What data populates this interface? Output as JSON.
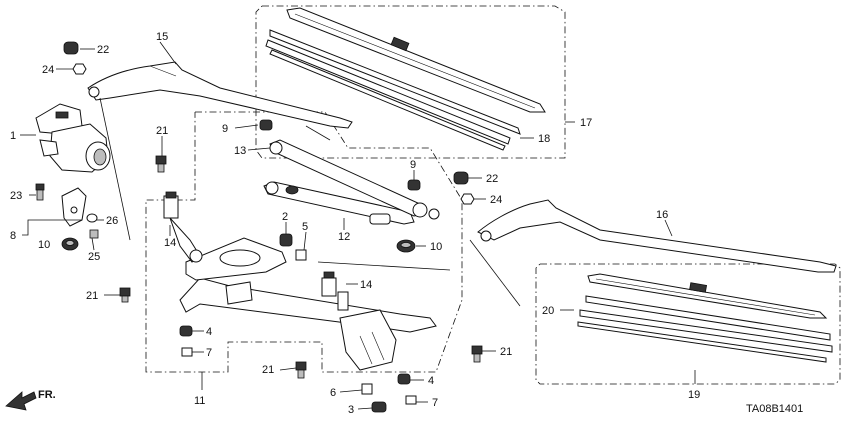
{
  "diagram": {
    "code": "TA08B1401",
    "direction": "FR.",
    "labels": {
      "p1": "1",
      "p2": "2",
      "p3": "3",
      "p4a": "4",
      "p4b": "4",
      "p5": "5",
      "p6": "6",
      "p7a": "7",
      "p7b": "7",
      "p8": "8",
      "p9a": "9",
      "p9b": "9",
      "p10a": "10",
      "p10b": "10",
      "p11": "11",
      "p12": "12",
      "p13": "13",
      "p14a": "14",
      "p14b": "14",
      "p15": "15",
      "p16": "16",
      "p17": "17",
      "p18": "18",
      "p19": "19",
      "p20": "20",
      "p21a": "21",
      "p21b": "21",
      "p21c": "21",
      "p21d": "21",
      "p22a": "22",
      "p22b": "22",
      "p23": "23",
      "p24a": "24",
      "p24b": "24",
      "p25": "25",
      "p26": "26"
    }
  }
}
